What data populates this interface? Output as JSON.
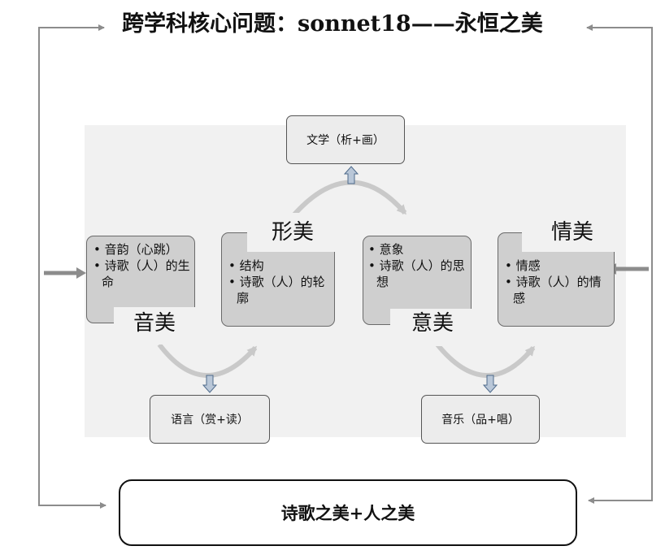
{
  "title": "跨学科核心问题：sonnet18——永恒之美",
  "boxes": {
    "yinmei": {
      "items": [
        "音韵（心跳）",
        "诗歌（人）的生命"
      ],
      "label": "音美"
    },
    "xingmei": {
      "items": [
        "结构",
        "诗歌（人）的轮廓"
      ],
      "label": "形美"
    },
    "yimei": {
      "items": [
        "意象",
        "诗歌（人）的思想"
      ],
      "label": "意美"
    },
    "qingmei": {
      "items": [
        "情感",
        "诗歌（人）的情感"
      ],
      "label": "情美"
    }
  },
  "disciplines": {
    "literature": "文学（析+画）",
    "language": "语言（赏+读）",
    "music": "音乐（品+唱）"
  },
  "bottom": "诗歌之美+人之美"
}
